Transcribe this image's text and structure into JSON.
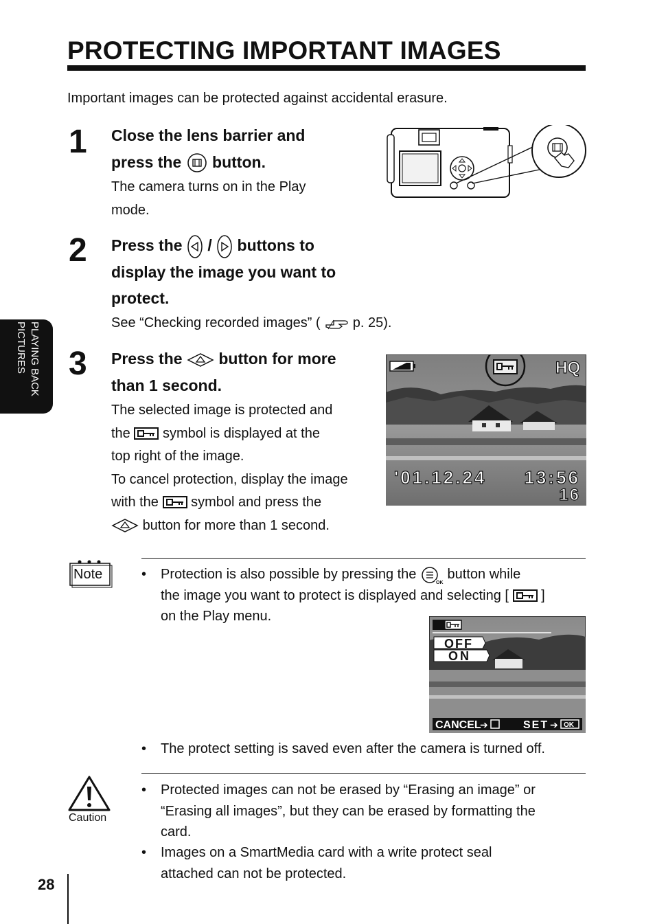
{
  "title": "PROTECTING IMPORTANT IMAGES",
  "intro": "Important images can be protected against accidental erasure.",
  "side_tab": {
    "line1": "PLAYING BACK",
    "line2": "PICTURES"
  },
  "steps": [
    {
      "number": "1",
      "head_line1": "Close the lens barrier and",
      "head_line2_a": "press the",
      "head_line2_b": "button.",
      "body_line1": "The camera turns on in the Play",
      "body_line2": "mode."
    },
    {
      "number": "2",
      "head_line1_a": "Press the",
      "head_line1_sep": "/",
      "head_line1_b": "buttons to",
      "head_line2": "display the image you want to",
      "head_line3": "protect.",
      "body_a": "See “Checking recorded images” (",
      "body_b": "p. 25)."
    },
    {
      "number": "3",
      "head_line1_a": "Press the",
      "head_line1_b": "button for more",
      "head_line2": "than 1 second.",
      "body_line1": "The selected image is protected and",
      "body_line2_a": "the",
      "body_line2_b": "symbol is displayed at the",
      "body_line3": "top right of the image.",
      "body_line4": "To cancel protection, display the image",
      "body_line5_a": "with the",
      "body_line5_b": "symbol and press the",
      "body_line6": "button for more than 1 second."
    }
  ],
  "screen1": {
    "quality": "HQ",
    "date": "'01.12.24",
    "time": "13:56",
    "frame": "16"
  },
  "note": {
    "label": "Note",
    "bullet1_line1_a": "Protection is also possible by pressing the",
    "bullet1_line1_b": "button while",
    "bullet1_line2_a": "the image you want to protect is displayed and selecting [",
    "bullet1_line2_b": "]",
    "bullet1_line3": "on the Play menu.",
    "bullet2": "The protect setting is saved even after the camera is turned off."
  },
  "screen2": {
    "opt_off": "OFF",
    "opt_on": "ON",
    "cancel": "CANCEL",
    "set": "SET",
    "ok": "OK"
  },
  "caution": {
    "label": "Caution",
    "bullet1_line1": "Protected images can not be erased by “Erasing an image” or",
    "bullet1_line2": "“Erasing all images”, but they can be erased by formatting the",
    "bullet1_line3": "card.",
    "bullet2_line1": "Images on a SmartMedia card with a write protect seal",
    "bullet2_line2": "attached can not be protected."
  },
  "page_number": "28"
}
